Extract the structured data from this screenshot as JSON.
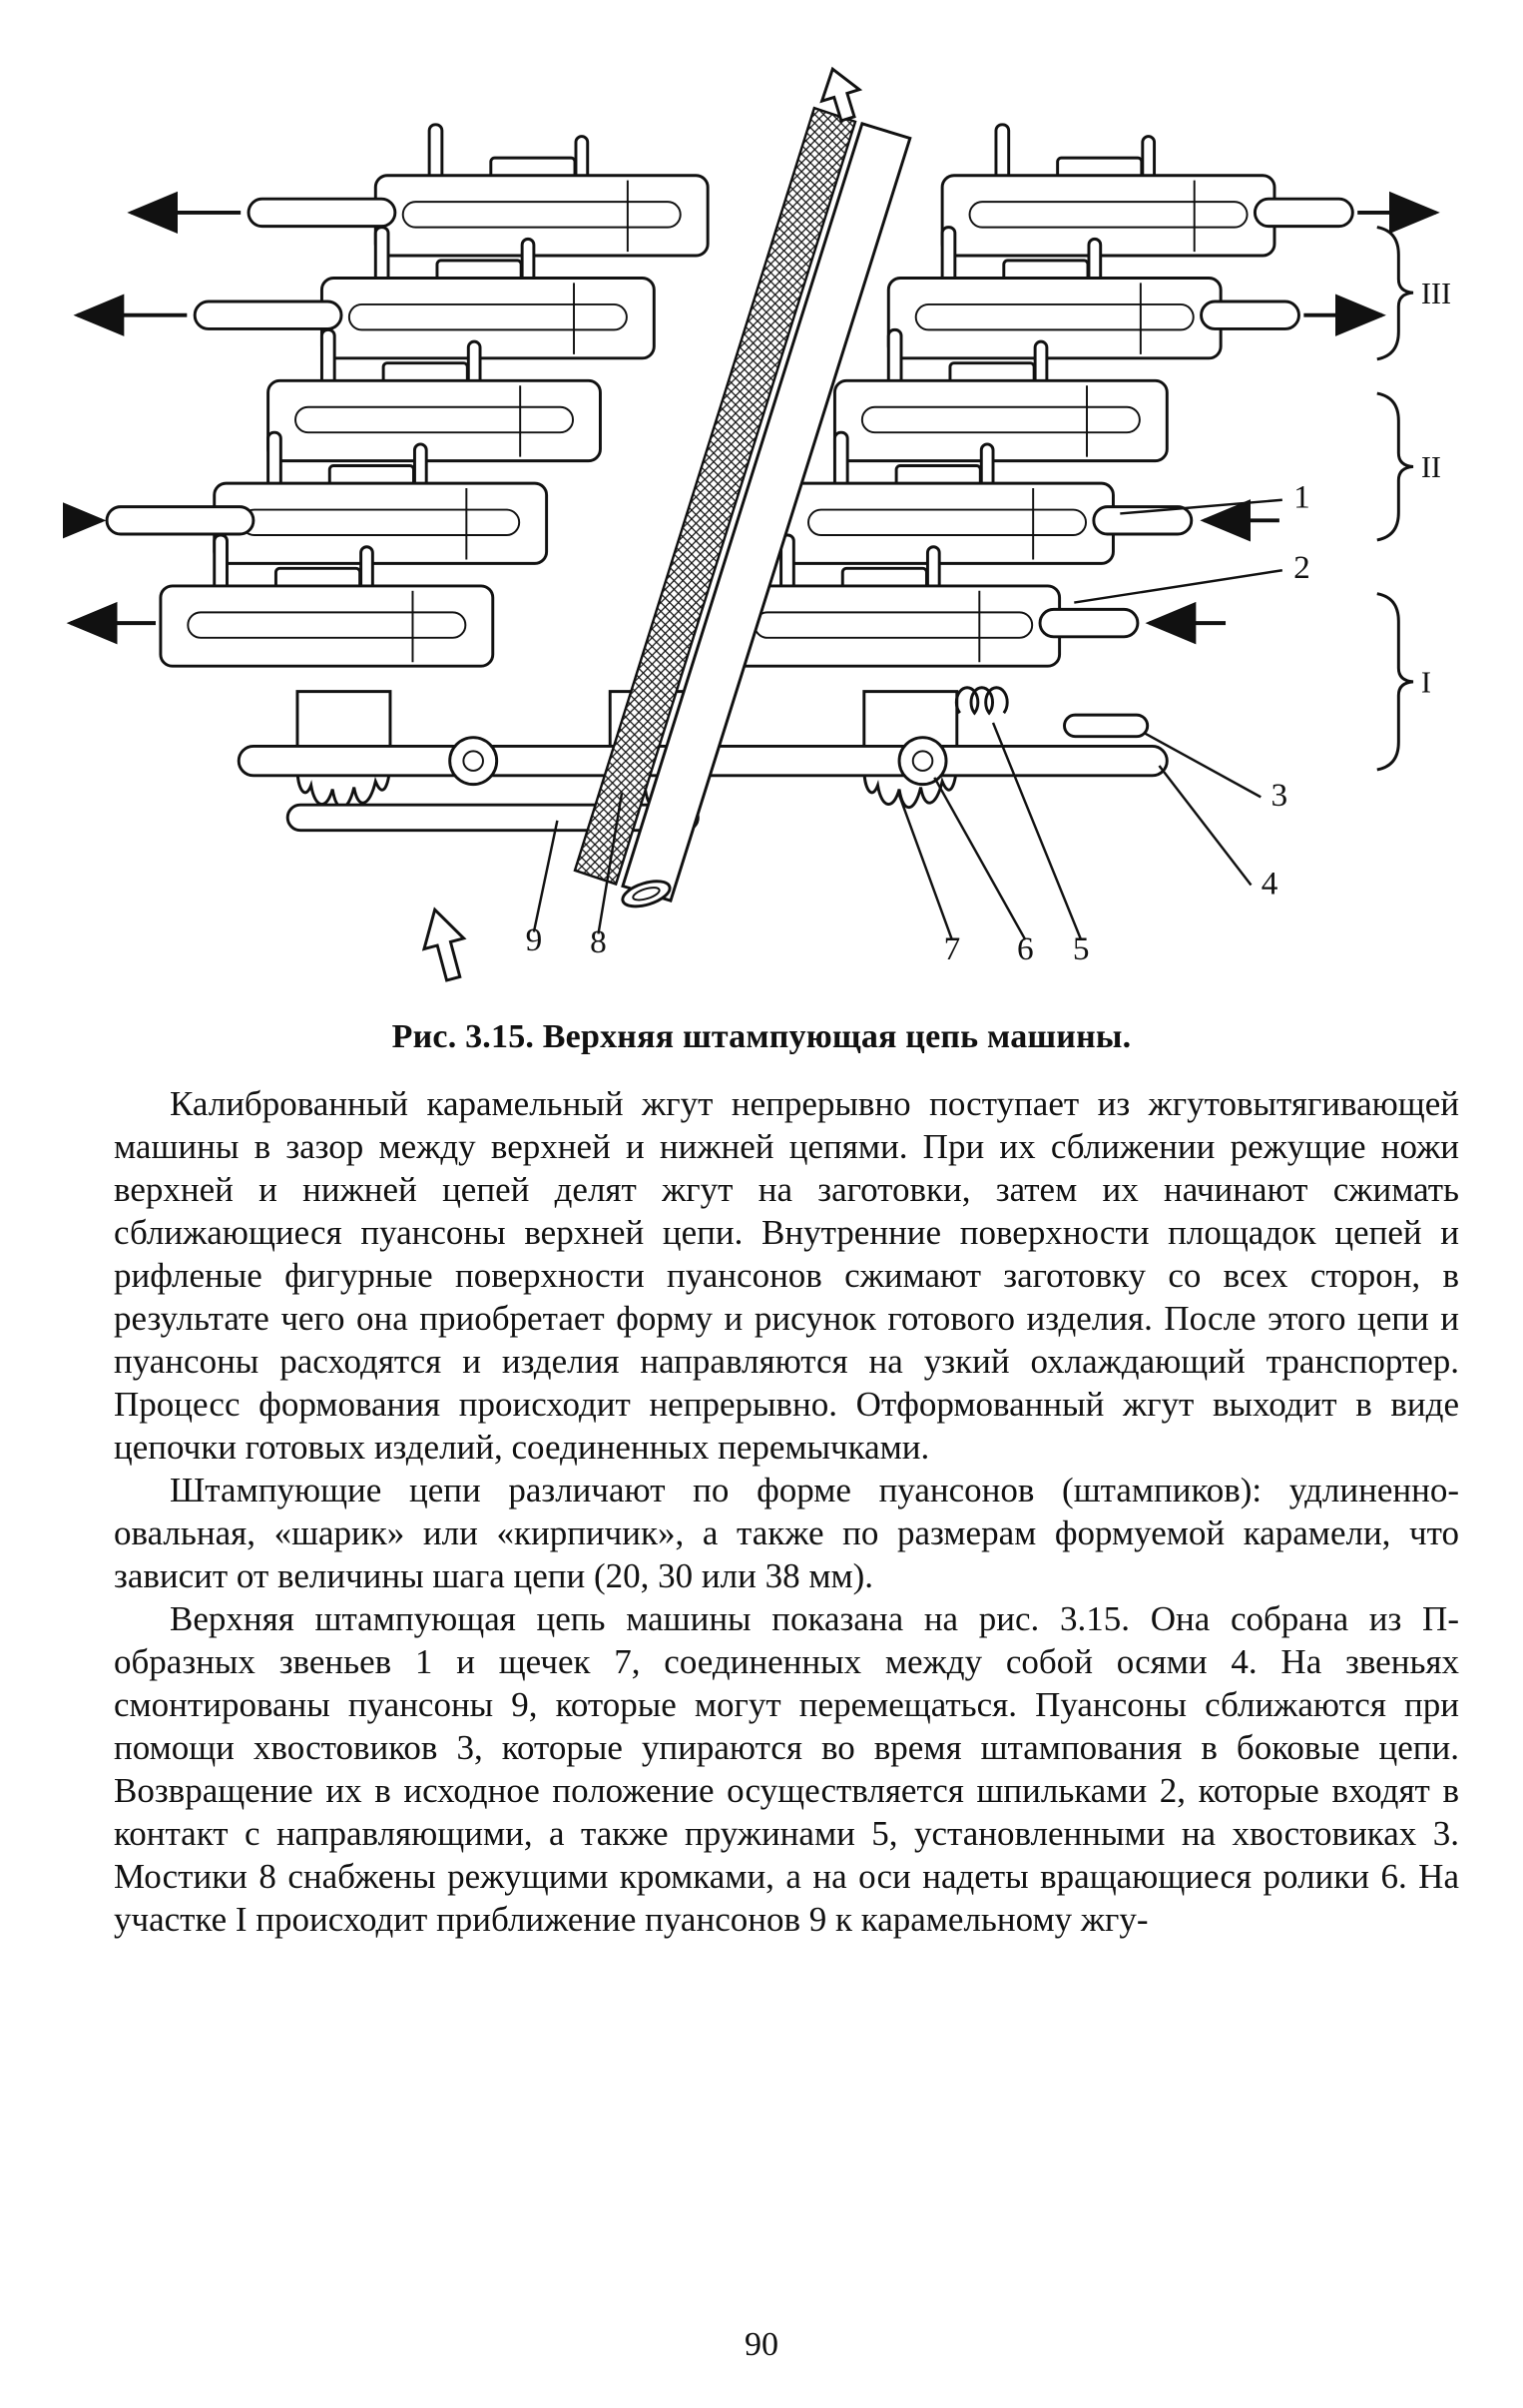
{
  "figure": {
    "caption": "Рис. 3.15. Верхняя штампующая цепь машины.",
    "callouts": {
      "c1": "1",
      "c2": "2",
      "c3": "3",
      "c4": "4",
      "c5": "5",
      "c6": "6",
      "c7": "7",
      "c8": "8",
      "c9": "9"
    },
    "zones": {
      "z1": "I",
      "z2": "II",
      "z3": "III"
    }
  },
  "body": {
    "paragraphs": [
      "Калиброванный карамельный жгут непрерывно поступает из жгутовытягивающей машины в зазор между верхней и нижней цепями. При их сближении режущие ножи верхней и нижней цепей делят жгут на заготовки, затем их начинают сжимать сближающиеся пуансоны верхней цепи. Внутренние поверхности площадок цепей и рифленые фигурные поверхности пуансонов сжимают заготовку со всех сторон, в результате чего она приобретает форму и рисунок готового изделия. После этого цепи и пуансоны расходятся и изделия направляются на узкий охлаждающий транспортер. Процесс формования происходит непрерывно. Отформованный жгут выходит в виде цепочки готовых изделий, соединенных перемычками.",
      "Штампующие цепи различают по форме пуансонов (штампиков): удлиненно-овальная, «шарик» или «кирпичик», а также по размерам формуемой карамели, что зависит от величины шага цепи (20, 30 или 38 мм).",
      "Верхняя штампующая цепь машины показана на рис. 3.15. Она собрана из П-образных звеньев 1 и щечек 7, соединенных между собой осями 4. На звеньях смонтированы пуансоны 9, которые могут перемещаться. Пуансоны сближаются при помощи хвостовиков 3, которые упираются во время штампования в боковые цепи. Возвращение их в исходное положение осуществляется шпильками 2, которые входят в контакт с направляющими, а также пружинами 5, установленными на хвостовиках 3. Мостики 8 снабжены режущими кромками, а на оси надеты вращающиеся ролики 6. На участке I происходит приближение пуансонов 9 к карамельному жгу-"
    ]
  },
  "page": {
    "number": "90"
  }
}
